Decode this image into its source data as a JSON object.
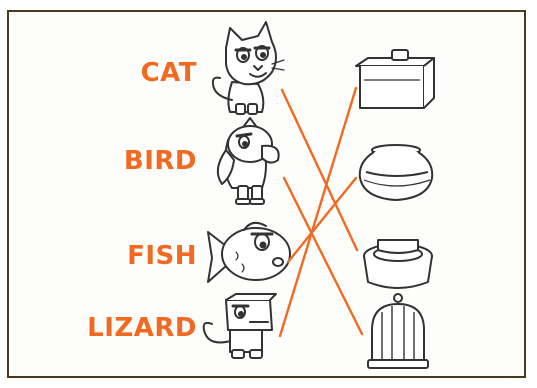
{
  "animals": [
    {
      "label": "CAT",
      "icon": "cat-icon"
    },
    {
      "label": "BIRD",
      "icon": "bird-icon"
    },
    {
      "label": "FISH",
      "icon": "fish-icon"
    },
    {
      "label": "LIZARD",
      "icon": "lizard-icon"
    }
  ],
  "homes": [
    {
      "icon": "aquarium-tank-icon"
    },
    {
      "icon": "fishbowl-icon"
    },
    {
      "icon": "pet-bed-icon"
    },
    {
      "icon": "birdcage-icon"
    }
  ],
  "colors": {
    "label_color": "#f26a21",
    "line_color": "#f26a21",
    "frame_color": "#4a3a1f",
    "ink_color": "#333333"
  }
}
